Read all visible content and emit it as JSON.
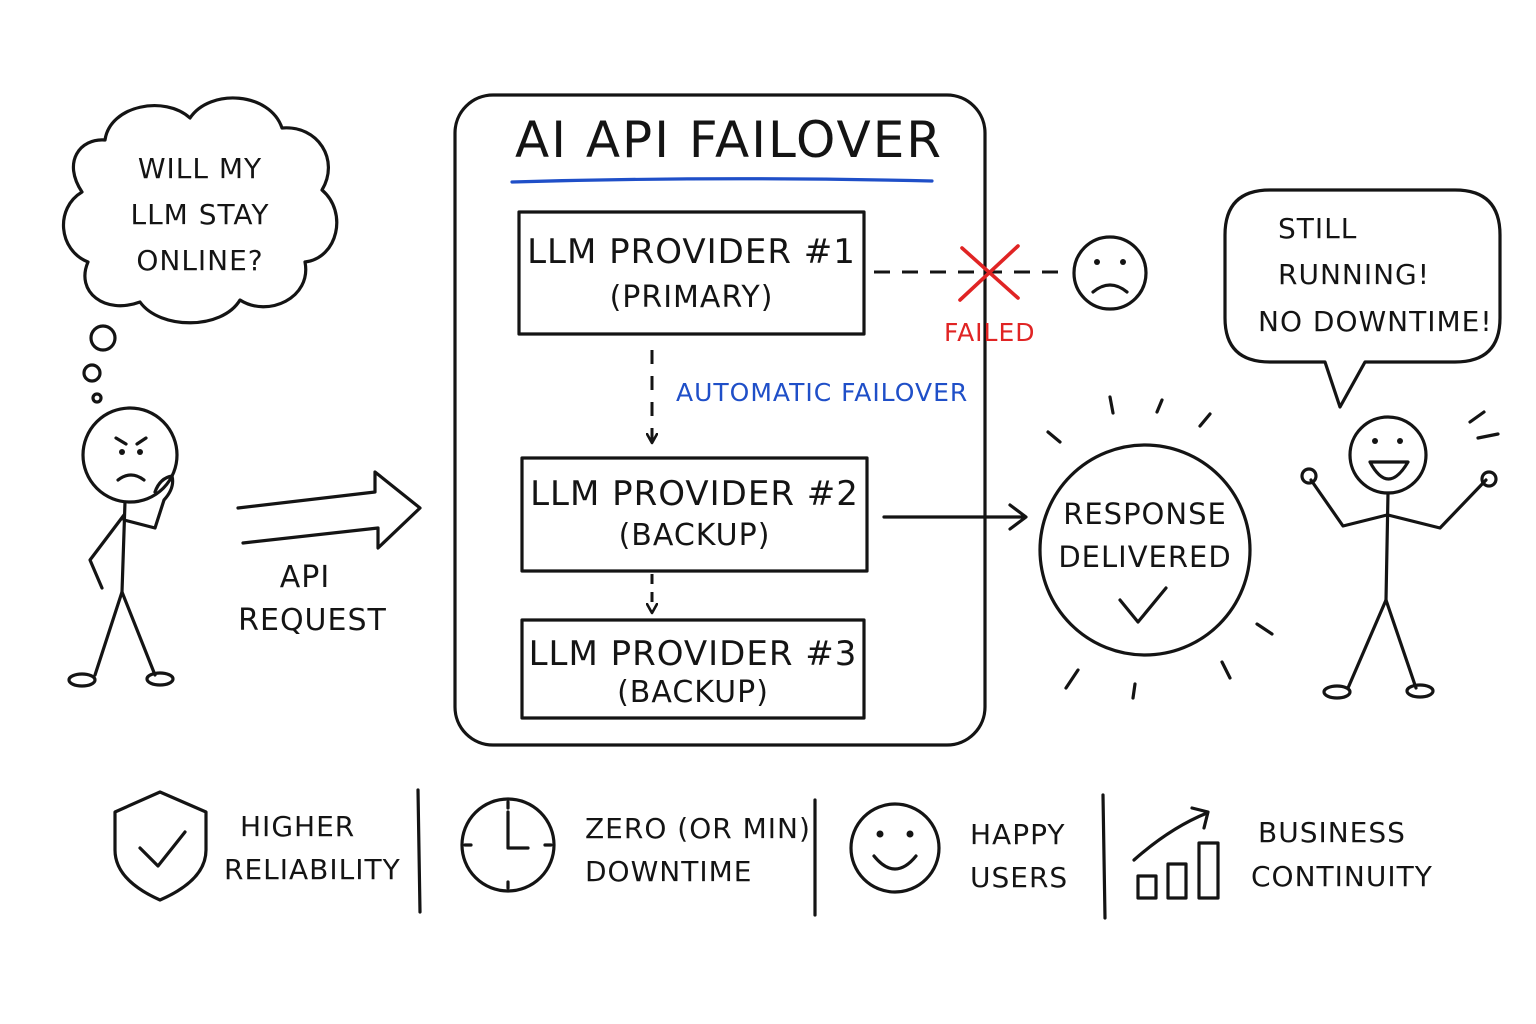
{
  "title": "AI API Failover",
  "thought_bubble": [
    "Will my",
    "LLM stay",
    "online?"
  ],
  "request_label": [
    "API",
    "Request"
  ],
  "providers": [
    {
      "name": "LLM Provider #1",
      "role": "(Primary)"
    },
    {
      "name": "LLM Provider #2",
      "role": "(Backup)"
    },
    {
      "name": "LLM Provider #3",
      "role": "(Backup)"
    }
  ],
  "failed_label": "Failed",
  "failover_label": "Automatic Failover",
  "response_label": [
    "Response",
    "Delivered"
  ],
  "speech_bubble": [
    "Still",
    "Running!",
    "No Downtime!"
  ],
  "benefits": [
    {
      "icon": "shield-check-icon",
      "lines": [
        "Higher",
        "Reliability"
      ]
    },
    {
      "icon": "clock-icon",
      "lines": [
        "Zero (or min)",
        "Downtime"
      ]
    },
    {
      "icon": "smiley-icon",
      "lines": [
        "Happy",
        "Users"
      ]
    },
    {
      "icon": "growth-chart-icon",
      "lines": [
        "Business",
        "Continuity"
      ]
    }
  ],
  "colors": {
    "ink": "#141414",
    "title_underline": "#1f4fc8",
    "failover": "#1f4fc8",
    "failed": "#e02424"
  }
}
